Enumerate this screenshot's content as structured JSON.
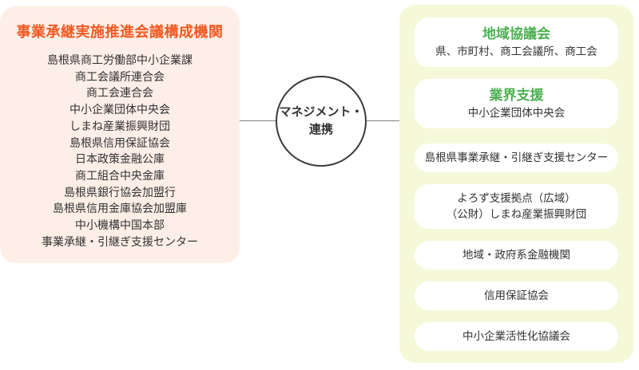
{
  "left_panel": {
    "title": "事業承継実施推進会議構成機関",
    "members": [
      "島根県商工労働部中小企業課",
      "商工会議所連合会",
      "商工会連合会",
      "中小企業団体中央会",
      "しまね産業振興財団",
      "島根県信用保証協会",
      "日本政策金融公庫",
      "商工組合中央金庫",
      "島根県銀行協会加盟行",
      "島根県信用金庫協会加盟庫",
      "中小機構中国本部",
      "事業承継・引継ぎ支援センター"
    ]
  },
  "connector": {
    "label_line1": "マネジメント・",
    "label_line2": "連携"
  },
  "right_panel": {
    "boxes": [
      {
        "title": "地域協議会",
        "body": "県、市町村、商工会議所、商工会"
      },
      {
        "title": "業界支援",
        "body": "中小企業団体中央会"
      },
      {
        "body": "島根県事業承継・引継ぎ支援センター"
      },
      {
        "body_line1": "よろず支援拠点（広域）",
        "body_line2": "（公財）しまね産業振興財団"
      },
      {
        "body": "地域・政府系金融機関"
      },
      {
        "body": "信用保証協会"
      },
      {
        "body": "中小企業活性化協議会"
      }
    ]
  },
  "colors": {
    "left_panel_bg": "#fdeee7",
    "left_title_orange": "#f15a22",
    "right_panel_bg": "#f5f9d9",
    "box_title_green": "#4cb052",
    "text": "#333333",
    "connector_line": "#808080",
    "circle_border": "#3a3a3a"
  }
}
